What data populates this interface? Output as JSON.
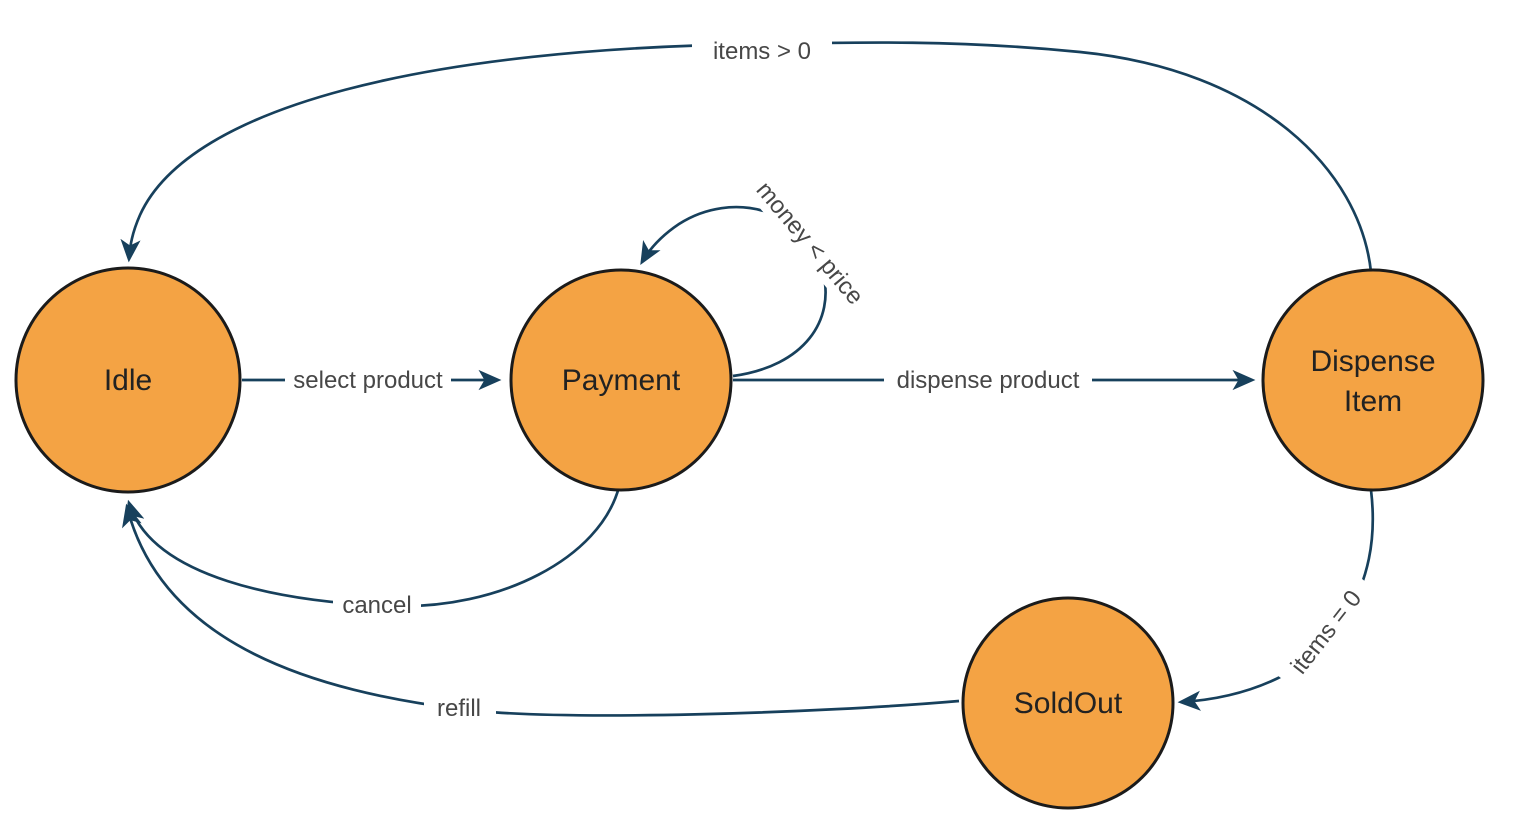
{
  "diagram": {
    "kind": "state-machine",
    "nodes": [
      {
        "id": "idle",
        "label": "Idle"
      },
      {
        "id": "payment",
        "label": "Payment"
      },
      {
        "id": "dispense-item",
        "label_line1": "Dispense",
        "label_line2": "Item"
      },
      {
        "id": "soldout",
        "label": "SoldOut"
      }
    ],
    "edges": [
      {
        "from": "idle",
        "to": "payment",
        "label": "select product"
      },
      {
        "from": "payment",
        "to": "dispense-item",
        "label": "dispense product"
      },
      {
        "from": "payment",
        "to": "payment",
        "label": "money < price"
      },
      {
        "from": "dispense-item",
        "to": "idle",
        "label": "items > 0"
      },
      {
        "from": "payment",
        "to": "idle",
        "label": "cancel"
      },
      {
        "from": "dispense-item",
        "to": "soldout",
        "label": "items = 0"
      },
      {
        "from": "soldout",
        "to": "idle",
        "label": "refill"
      }
    ]
  },
  "colors": {
    "node_fill": "#f4a344",
    "node_stroke": "#1b1b1b",
    "node_text": "#222222",
    "edge_color": "#17405c",
    "edge_text": "#474747",
    "background": "#ffffff"
  }
}
